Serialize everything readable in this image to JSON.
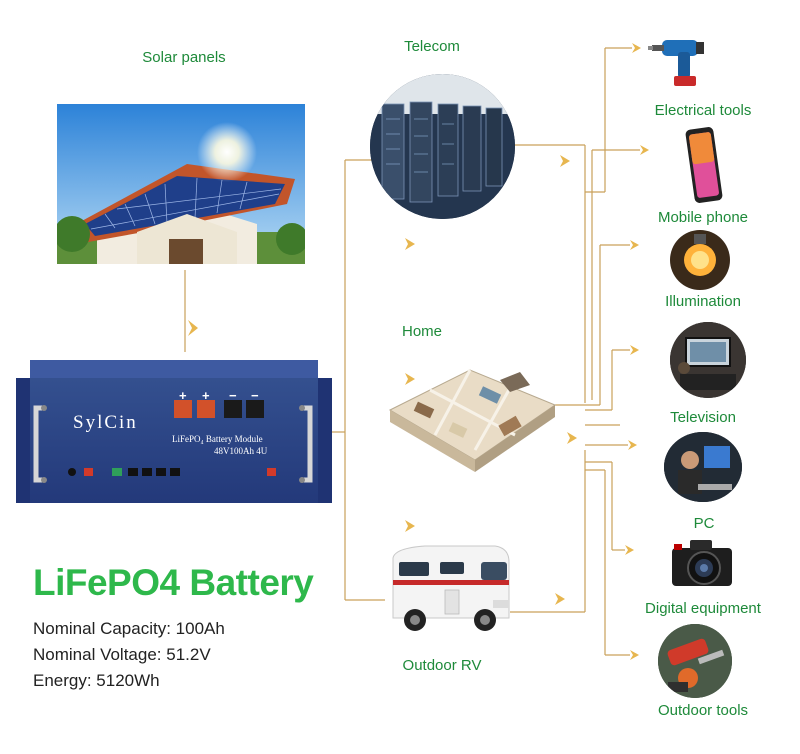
{
  "labels": {
    "solar": "Solar panels",
    "telecom": "Telecom",
    "home": "Home",
    "rv": "Outdoor RV",
    "electrical_tools": "Electrical tools",
    "mobile_phone": "Mobile phone",
    "illumination": "Illumination",
    "television": "Television",
    "pc": "PC",
    "digital_equipment": "Digital equipment",
    "outdoor_tools": "Outdoor tools"
  },
  "battery": {
    "brand": "SylCin",
    "module_line1": "LiFePO₄ Battery Module",
    "module_line2": "48V100Ah 4U",
    "title": "LiFePO4 Battery",
    "terminal_plus": "+",
    "terminal_minus": "−"
  },
  "specs": [
    "Nominal Capacity: 100Ah",
    "Nominal Voltage: 51.2V",
    "Energy: 5120Wh"
  ],
  "colors": {
    "label_green": "#1e8a3a",
    "title_green": "#2eb84b",
    "line_gold": "#c9a15a",
    "arrow_gold": "#e7b64f",
    "battery_blue": "#2a3f86"
  }
}
